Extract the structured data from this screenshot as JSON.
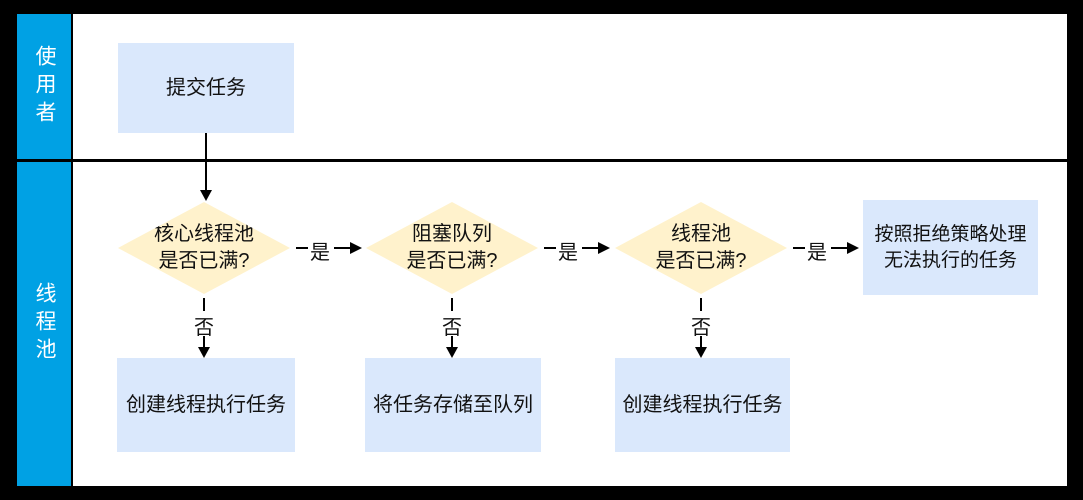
{
  "diagram_title": "thread-pool-task-submission-flowchart",
  "lanes": {
    "user": "使用者",
    "pool": "线程池"
  },
  "nodes": {
    "submit": {
      "label": "提交任务"
    },
    "decision_core": {
      "line1": "核心线程池",
      "line2": "是否已满?"
    },
    "decision_queue": {
      "line1": "阻塞队列",
      "line2": "是否已满?"
    },
    "decision_pool": {
      "line1": "线程池",
      "line2": "是否已满?"
    },
    "reject": {
      "line1": "按照拒绝策略处理",
      "line2": "无法执行的任务"
    },
    "create1": {
      "label": "创建线程执行任务"
    },
    "store": {
      "label": "将任务存储至队列"
    },
    "create2": {
      "label": "创建线程执行任务"
    }
  },
  "edges": {
    "yes1": "是",
    "yes2": "是",
    "yes3": "是",
    "no1": "否",
    "no2": "否",
    "no3": "否"
  },
  "colors": {
    "canvas_bg": "#000000",
    "content_bg": "#ffffff",
    "lane_label_bg": "#00A1E4",
    "lane_label_text": "#ffffff",
    "process_fill": "#dae8fc",
    "decision_fill": "#fff2cc",
    "line_color": "#000000",
    "text_color": "#111111"
  }
}
